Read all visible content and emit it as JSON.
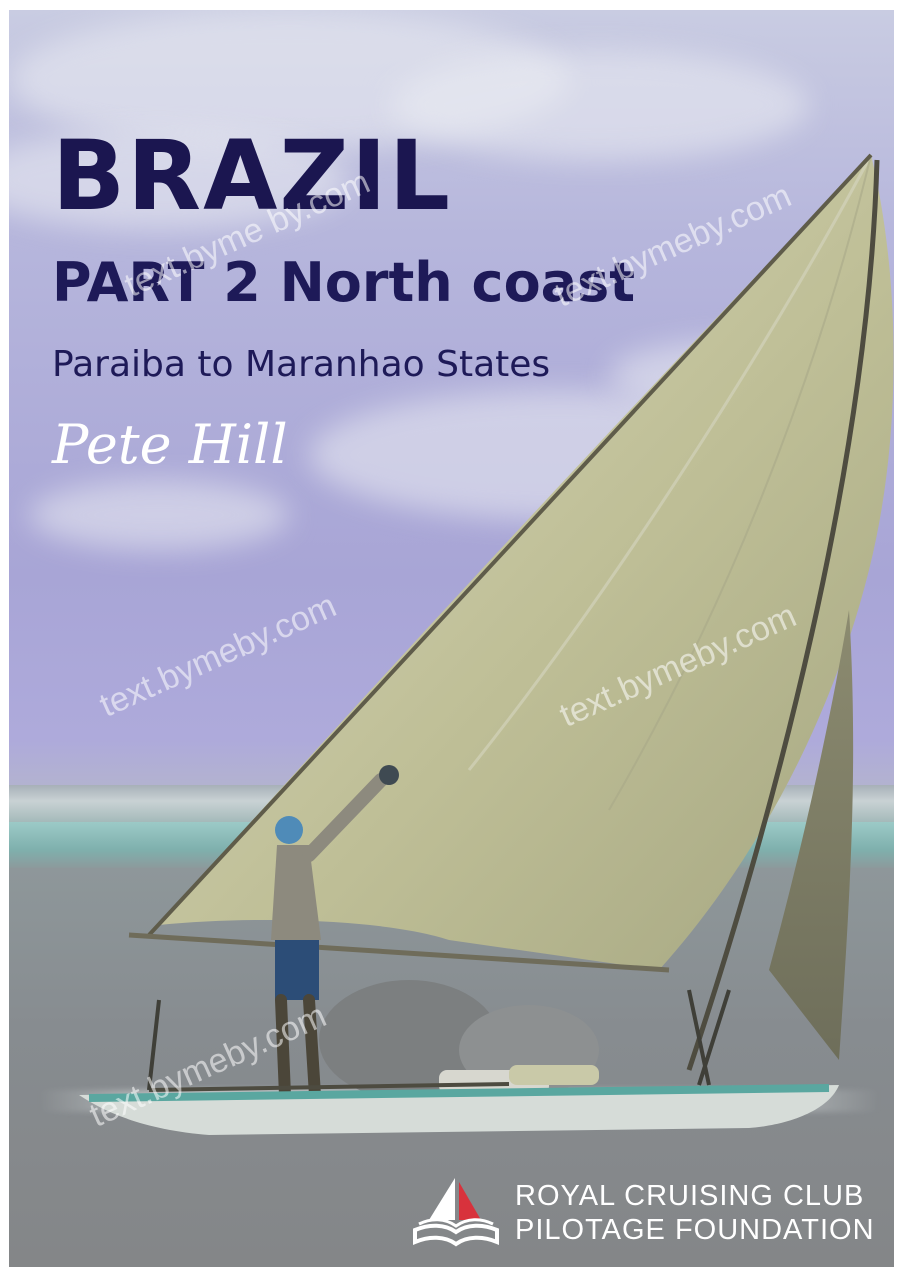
{
  "book": {
    "title": "BRAZIL",
    "subtitle": "PART 2 North coast",
    "region": "Paraiba to Maranhao States",
    "author": "Pete Hill"
  },
  "publisher": {
    "line1": "ROYAL CRUISING CLUB",
    "line2": "PILOTAGE FOUNDATION",
    "logo_icon": "book-with-sail-icon"
  },
  "watermarks": [
    "text.byme by.com",
    "text.bymeby.com",
    "text.bymeby.com",
    "text.bymeby.com",
    "text.bymeby.com"
  ],
  "colors": {
    "title": "#1b1650",
    "subtitle": "#1e1a58",
    "author": "#ffffff",
    "sky": "#aeaadb",
    "sail": "#c3c29e"
  }
}
